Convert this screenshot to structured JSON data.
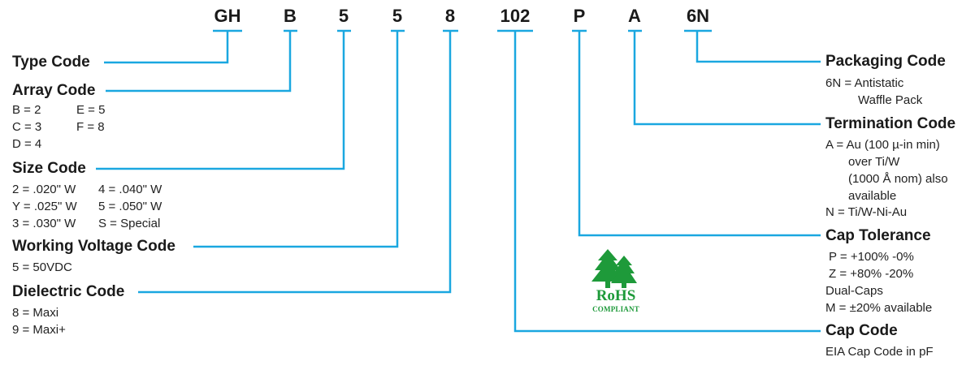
{
  "colors": {
    "line": "#1aa7e0",
    "rohs_green": "#1e9a3a"
  },
  "part_number": {
    "c1": "GH",
    "c2": "B",
    "c3": "5",
    "c4": "5",
    "c5": "8",
    "c6": "102",
    "c7": "P",
    "c8": "A",
    "c9": "6N"
  },
  "left": {
    "type": {
      "title": "Type Code"
    },
    "array": {
      "title": "Array Code",
      "l1a": "B = 2",
      "l1b": "E = 5",
      "l2a": "C = 3",
      "l2b": "F = 8",
      "l3": "D = 4"
    },
    "size": {
      "title": "Size Code",
      "l1a": "2 = .020\" W",
      "l1b": "4 = .040\" W",
      "l2a": "Y = .025\" W",
      "l2b": "5 = .050\" W",
      "l3a": "3 = .030\" W",
      "l3b": "S = Special"
    },
    "voltage": {
      "title": "Working Voltage Code",
      "l1": "5 = 50VDC"
    },
    "dielectric": {
      "title": "Dielectric Code",
      "l1": "8 = Maxi",
      "l2": "9 = Maxi+"
    }
  },
  "right": {
    "packaging": {
      "title": "Packaging Code",
      "l1": "6N = Antistatic",
      "l2": "Waffle Pack"
    },
    "termination": {
      "title": "Termination Code",
      "l1": "A = Au (100 µ-in min)",
      "l2": "over Ti/W",
      "l3": "(1000 Å nom) also",
      "l4": "available",
      "l5": "N = Ti/W-Ni-Au"
    },
    "tolerance": {
      "title": "Cap Tolerance",
      "l1": "P =  +100% -0%",
      "l2": "Z =  +80% -20%",
      "l3": "Dual-Caps",
      "l4": "M =  ±20% available"
    },
    "capcode": {
      "title": "Cap Code",
      "l1": "EIA Cap Code in pF"
    }
  },
  "rohs": {
    "line1": "RoHS",
    "line2": "COMPLIANT",
    "icon": "pine-trees-icon"
  }
}
